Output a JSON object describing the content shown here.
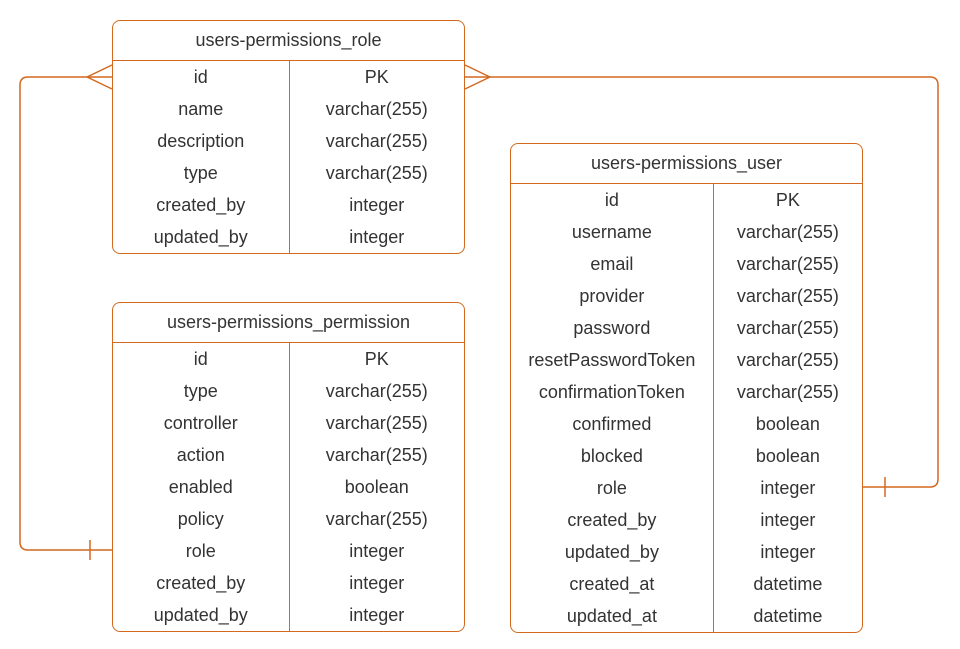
{
  "diagram": {
    "kind": "entity-relationship-diagram",
    "accent_color": "#D2691E",
    "text_color": "#333333",
    "background_color": "#FFFFFF"
  },
  "tables": {
    "role": {
      "title": "users-permissions_role",
      "rows": [
        {
          "field": "id",
          "type": "PK"
        },
        {
          "field": "name",
          "type": "varchar(255)"
        },
        {
          "field": "description",
          "type": "varchar(255)"
        },
        {
          "field": "type",
          "type": "varchar(255)"
        },
        {
          "field": "created_by",
          "type": "integer"
        },
        {
          "field": "updated_by",
          "type": "integer"
        }
      ]
    },
    "permission": {
      "title": "users-permissions_permission",
      "rows": [
        {
          "field": "id",
          "type": "PK"
        },
        {
          "field": "type",
          "type": "varchar(255)"
        },
        {
          "field": "controller",
          "type": "varchar(255)"
        },
        {
          "field": "action",
          "type": "varchar(255)"
        },
        {
          "field": "enabled",
          "type": "boolean"
        },
        {
          "field": "policy",
          "type": "varchar(255)"
        },
        {
          "field": "role",
          "type": "integer"
        },
        {
          "field": "created_by",
          "type": "integer"
        },
        {
          "field": "updated_by",
          "type": "integer"
        }
      ]
    },
    "user": {
      "title": "users-permissions_user",
      "rows": [
        {
          "field": "id",
          "type": "PK"
        },
        {
          "field": "username",
          "type": "varchar(255)"
        },
        {
          "field": "email",
          "type": "varchar(255)"
        },
        {
          "field": "provider",
          "type": "varchar(255)"
        },
        {
          "field": "password",
          "type": "varchar(255)"
        },
        {
          "field": "resetPasswordToken",
          "type": "varchar(255)"
        },
        {
          "field": "confirmationToken",
          "type": "varchar(255)"
        },
        {
          "field": "confirmed",
          "type": "boolean"
        },
        {
          "field": "blocked",
          "type": "boolean"
        },
        {
          "field": "role",
          "type": "integer"
        },
        {
          "field": "created_by",
          "type": "integer"
        },
        {
          "field": "updated_by",
          "type": "integer"
        },
        {
          "field": "created_at",
          "type": "datetime"
        },
        {
          "field": "updated_at",
          "type": "datetime"
        }
      ]
    }
  },
  "relationships": [
    {
      "from_table": "users-permissions_role",
      "from_field": "id",
      "from_cardinality": "many",
      "to_table": "users-permissions_permission",
      "to_field": "role",
      "to_cardinality": "one"
    },
    {
      "from_table": "users-permissions_role",
      "from_field": "id",
      "from_cardinality": "many",
      "to_table": "users-permissions_user",
      "to_field": "role",
      "to_cardinality": "one"
    }
  ]
}
